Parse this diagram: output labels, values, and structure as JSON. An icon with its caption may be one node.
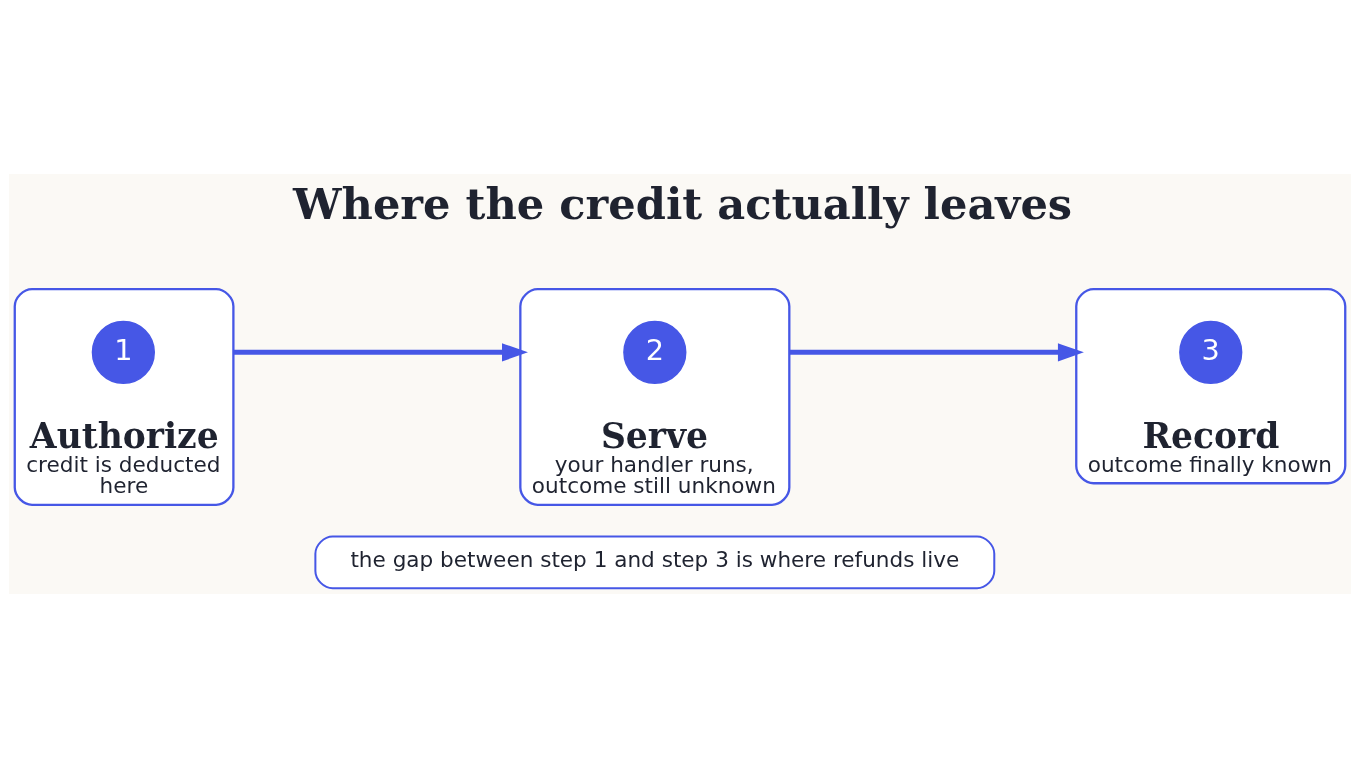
{
  "diagram": {
    "title": "Where the credit actually leaves",
    "nodes": [
      {
        "text": [
          "Authorize",
          "credit is deducted here"
        ]
      },
      {
        "text": [
          "1"
        ],
        "in": 0
      },
      {
        "text": [
          "Serve",
          "your handler runs, outcome still unknown"
        ]
      },
      {
        "text": [
          "2"
        ],
        "in": 2
      },
      {
        "text": [
          "Record",
          "outcome finally known"
        ]
      },
      {
        "text": [
          "3"
        ],
        "in": 4
      },
      {
        "text": [
          "the gap between step 1 and step 3 is where refunds live"
        ]
      }
    ],
    "edges": [
      {
        "from": 0,
        "to": 2,
        "arrow": "to"
      },
      {
        "from": 2,
        "to": 4,
        "arrow": "to"
      }
    ]
  }
}
